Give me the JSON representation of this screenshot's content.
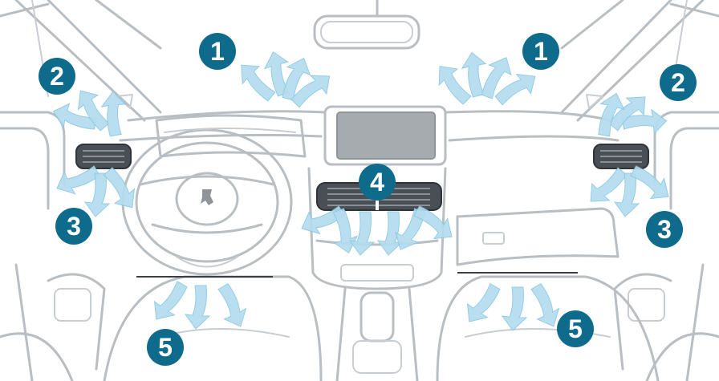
{
  "callouts": [
    {
      "id": "1",
      "label": "1"
    },
    {
      "id": "1",
      "label": "1"
    },
    {
      "id": "2",
      "label": "2"
    },
    {
      "id": "2",
      "label": "2"
    },
    {
      "id": "3",
      "label": "3"
    },
    {
      "id": "3",
      "label": "3"
    },
    {
      "id": "4",
      "label": "4"
    },
    {
      "id": "5",
      "label": "5"
    },
    {
      "id": "5",
      "label": "5"
    }
  ],
  "colors": {
    "badge": "#0f6b8c",
    "airflow_arrow": "#b3dcef",
    "outline": "#b9bec3",
    "vent": "#4a4f55",
    "screen": "#a6abb0"
  },
  "icons": [
    "airflow-arrow-icon",
    "peugeot-logo-icon",
    "air-vent-icon"
  ]
}
